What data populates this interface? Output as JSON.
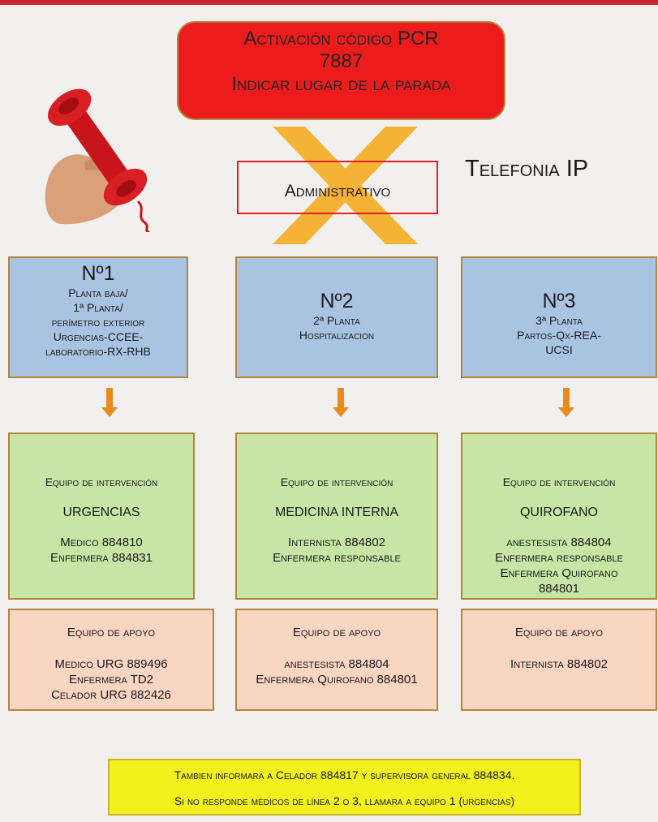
{
  "pcr_box": {
    "line1": "Activación código PCR",
    "line2": "7887",
    "line3": "Indicar lugar de la parada"
  },
  "crossed_out_label": "Administrativo",
  "telefonia_label": "Telefonia IP",
  "columns": [
    {
      "number": "Nº1",
      "location_lines": [
        "Planta baja/",
        "1ª Planta/",
        "perímetro exterior",
        "Urgencias-CCEE-",
        "laboratorio-RX-RHB"
      ],
      "team_heading": "Equipo de intervención",
      "team_name": "URGENCIAS",
      "team_staff": [
        "Medico 884810",
        "Enfermera 884831"
      ],
      "support_heading": "Equipo de apoyo",
      "support_staff": [
        "Medico URG 889496",
        "Enfermera TD2",
        "Celador URG 882426"
      ]
    },
    {
      "number": "Nº2",
      "location_lines": [
        "2ª Planta",
        "Hospitalizacion"
      ],
      "team_heading": "Equipo de intervención",
      "team_name": "MEDICINA INTERNA",
      "team_staff": [
        "Internista 884802",
        "Enfermera responsable"
      ],
      "support_heading": "Equipo de apoyo",
      "support_staff": [
        "anestesista 884804",
        "Enfermera Quirofano 884801"
      ]
    },
    {
      "number": "Nº3",
      "location_lines": [
        "3ª Planta",
        "Partos-Qx-REA-",
        "UCSI"
      ],
      "team_heading": "Equipo de intervención",
      "team_name": "QUIROFANO",
      "team_staff": [
        "anestesista 884804",
        "Enfermera responsable",
        "Enfermera Quirofano",
        "884801"
      ],
      "support_heading": "Equipo de apoyo",
      "support_staff": [
        "Internista 884802"
      ]
    }
  ],
  "bottom_note": {
    "line1": "Tambien informara a Celador 884817 y supervisora general 884834.",
    "line2": "Si no responde médicos de línea 2 o 3, llamara a equipo 1 (urgencias)"
  },
  "colors": {
    "alert_red": "#ec1c1c",
    "location_blue": "#a9c4e3",
    "team_green": "#c9e5a6",
    "support_peach": "#f9d5c2",
    "note_yellow": "#f3f11d",
    "cross_orange": "#f5b335"
  },
  "icons": {
    "phone": "telephone-handset-icon",
    "arrow": "arrow-down-icon",
    "cross": "x-mark-icon"
  }
}
